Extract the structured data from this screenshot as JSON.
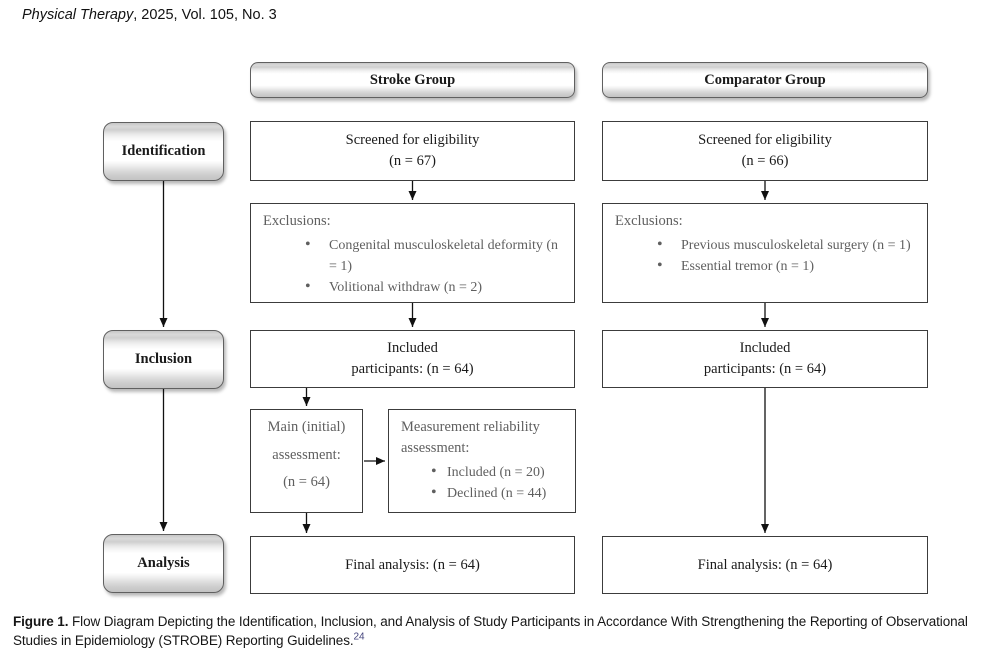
{
  "header": {
    "journal_italic": "Physical Therapy",
    "journal_rest": ", 2025, Vol. 105, No. 3"
  },
  "stages": {
    "identification": "Identification",
    "inclusion": "Inclusion",
    "analysis": "Analysis"
  },
  "stroke": {
    "group_header": "Stroke Group",
    "screened_line1": "Screened for eligibility",
    "screened_line2": "(n = 67)",
    "exclusions_title": "Exclusions:",
    "exclusion_items": [
      "Congenital musculoskeletal deformity (n = 1)",
      "Volitional withdraw (n = 2)"
    ],
    "included_line1": "Included",
    "included_line2": "participants: (n = 64)",
    "main_line1": "Main (initial)",
    "main_line2": "assessment:",
    "main_line3": "(n = 64)",
    "reliability_line1": "Measurement reliability",
    "reliability_line2": "assessment:",
    "reliability_items": [
      "Included (n = 20)",
      "Declined (n = 44)"
    ],
    "final": "Final analysis: (n = 64)"
  },
  "comparator": {
    "group_header": "Comparator Group",
    "screened_line1": "Screened for eligibility",
    "screened_line2": "(n = 66)",
    "exclusions_title": "Exclusions:",
    "exclusion_items": [
      "Previous musculoskeletal surgery (n = 1)",
      "Essential tremor (n = 1)"
    ],
    "included_line1": "Included",
    "included_line2": "participants: (n = 64)",
    "final": "Final analysis: (n = 64)"
  },
  "caption": {
    "label": "Figure 1.",
    "body": " Flow Diagram Depicting the Identification, Inclusion, and Analysis of Study Participants in Accordance With Strengthening the Reporting of Observational Studies in Epidemiology (STROBE) Reporting Guidelines.",
    "reference": "24"
  },
  "colors": {
    "reference_superscript": "#45457d",
    "muted_text": "#5f5f5f",
    "box_border": "#3c3c3c"
  }
}
